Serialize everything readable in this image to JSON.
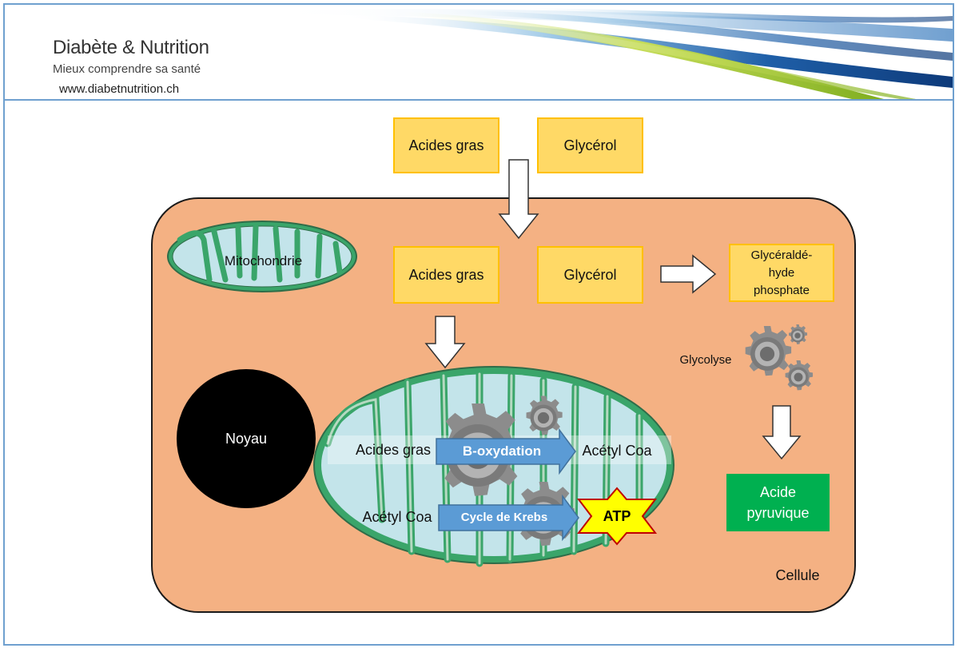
{
  "header": {
    "title": "Diabète & Nutrition",
    "subtitle": "Mieux comprendre sa santé",
    "url": "www.diabetnutrition.ch"
  },
  "diagram": {
    "top_fatty_acids": "Acides gras",
    "top_glycerol": "Glycérol",
    "cell_fatty_acids": "Acides gras",
    "cell_glycerol": "Glycérol",
    "g3p": "Glycéraldé-hyde phosphate",
    "glycolysis": "Glycolyse",
    "pyruvic_acid": "Acide pyruvique",
    "mitochondria_small": "Mitochondrie",
    "nucleus": "Noyau",
    "cell": "Cellule",
    "mito_fatty_acids": "Acides gras",
    "beta_oxidation": "B-oxydation",
    "acetyl_coa_out": "Acétyl Coa",
    "acetyl_coa_in": "Acétyl Coa",
    "krebs": "Cycle de Krebs",
    "atp": "ATP"
  },
  "colors": {
    "cell_fill": "#f4b183",
    "box_fill": "#ffd966",
    "box_border": "#ffc000",
    "pyruvic_fill": "#00b050",
    "process_arrow": "#5b9bd5",
    "mito_green": "#3aa56a",
    "mito_inner": "#b6dbe3",
    "atp_star": "#ffff00",
    "frame_border": "#6fa0cf"
  },
  "icons": [
    "down-arrow-icon",
    "right-arrow-icon",
    "gear-icon",
    "star-icon"
  ]
}
